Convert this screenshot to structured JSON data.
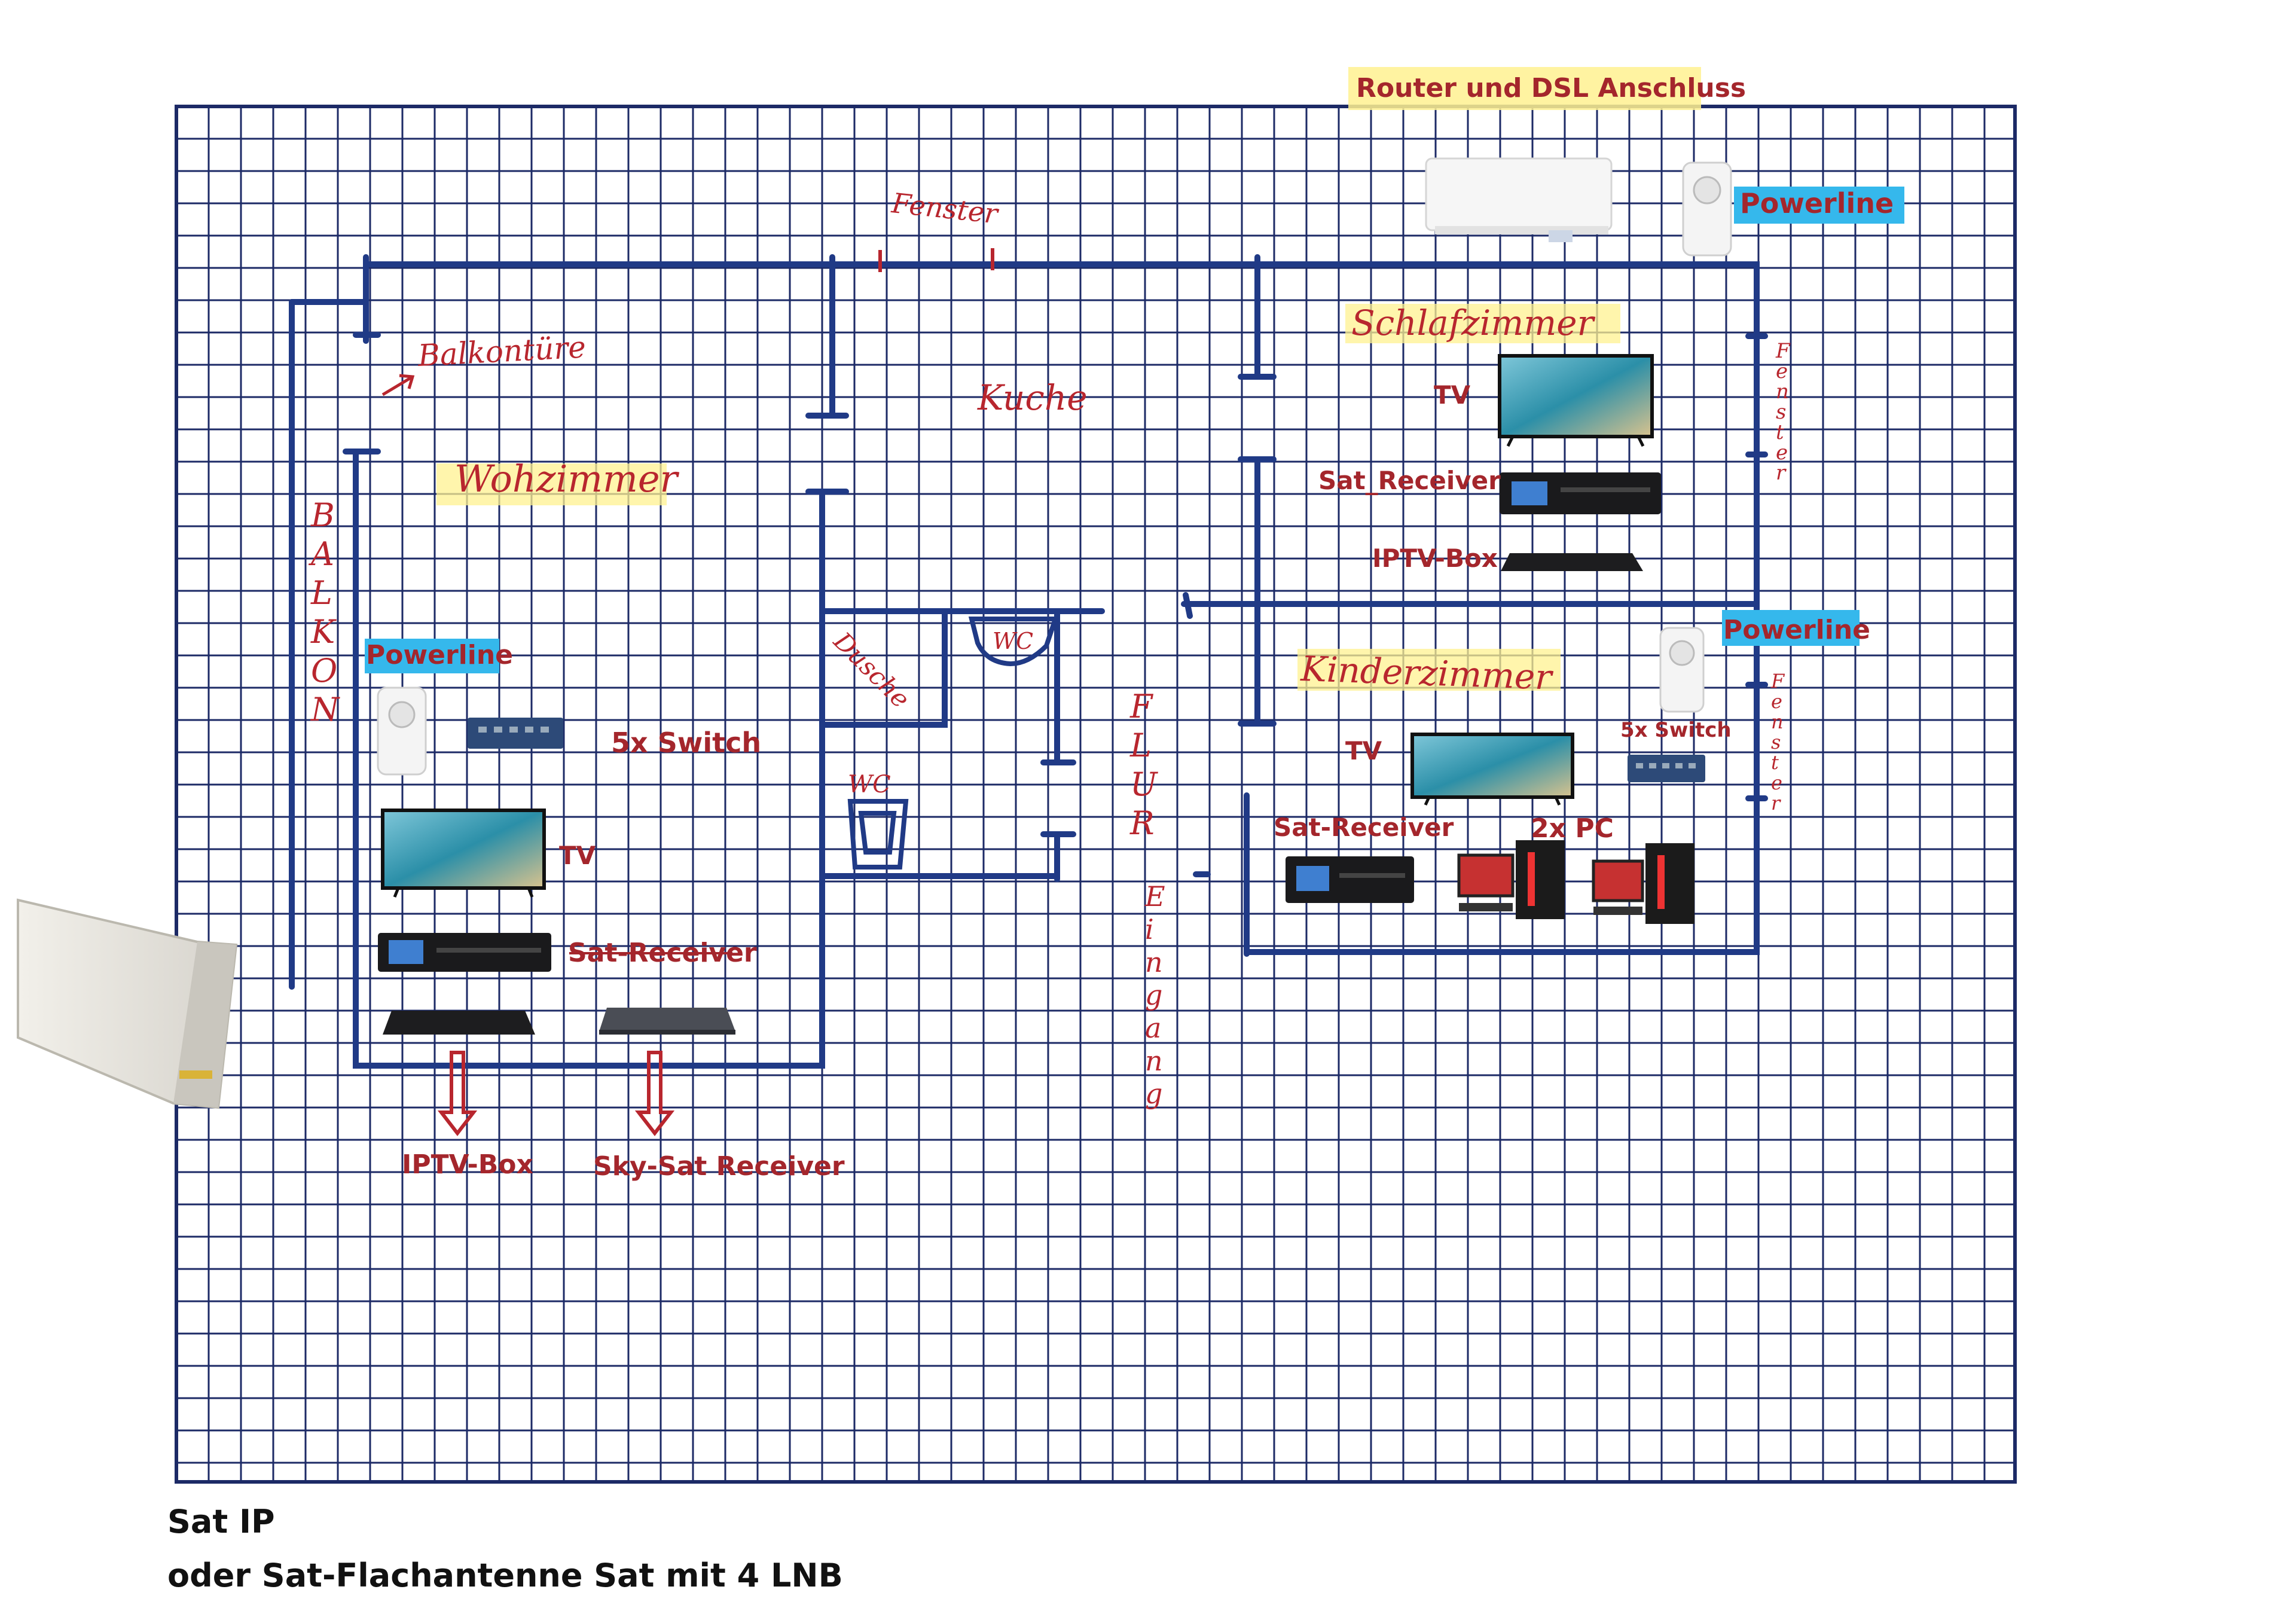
{
  "colors": {
    "grid": "#1c2a66",
    "wall": "#203a86",
    "hand": "#b8262e",
    "label": "#a4262c",
    "powerline_hl": "#35b8ec",
    "yellow_hl": "#fff190"
  },
  "rooms": {
    "wohnzimmer": "Wohzimmer",
    "kueche": "Kuche",
    "schlafzimmer": "Schlafzimmer",
    "kinderzimmer": "Kinderzimmer",
    "dusche": "Dusche",
    "wc1": "WC",
    "wc2": "WC"
  },
  "handwriting": {
    "fenster_top": "Fenster",
    "balkontuer": "Balkontüre",
    "balkon": [
      "B",
      "A",
      "L",
      "K",
      "O",
      "N"
    ],
    "flur": [
      "F",
      "L",
      "U",
      "R"
    ],
    "eingang": [
      "E",
      "i",
      "n",
      "g",
      "a",
      "n",
      "g"
    ],
    "fenster_right1": [
      "F",
      "e",
      "n",
      "s",
      "t",
      "e",
      "r"
    ],
    "fenster_right2": [
      "F",
      "e",
      "n",
      "s",
      "t",
      "e",
      "r"
    ]
  },
  "labels": {
    "router": "Router und DSL Anschluss",
    "powerline_top": "Powerline",
    "powerline_kinder": "Powerline",
    "powerline_wohn": "Powerline",
    "tv_schlaf": "TV",
    "satrec_schlaf": "Sat_Receiver",
    "iptv_schlaf": "IPTV-Box",
    "switch_kinder": "5x Switch",
    "tv_kinder": "TV",
    "satrec_kinder": "Sat-Receiver",
    "pc_kinder": "2x PC",
    "switch_wohn": "5x Switch",
    "tv_wohn": "TV",
    "satrec_wohn": "Sat-Receiver",
    "iptv_wohn": "IPTV-Box",
    "sky_wohn": "Sky-Sat Receiver"
  },
  "caption": {
    "line1": "Sat IP",
    "line2": "oder Sat-Flachantenne Sat mit 4 LNB"
  }
}
